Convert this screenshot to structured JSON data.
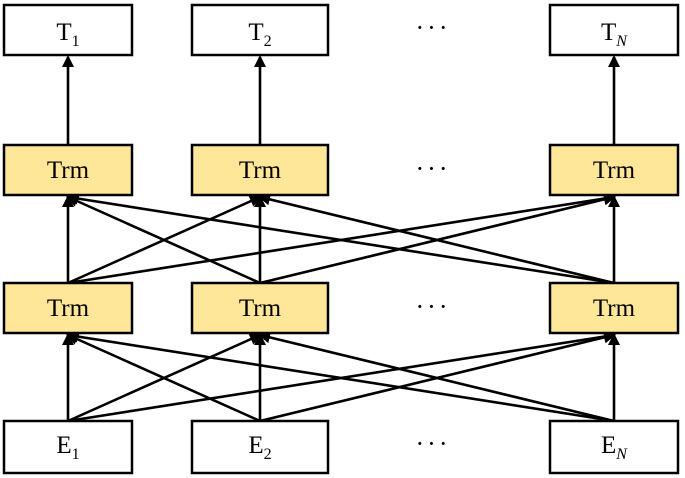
{
  "colors": {
    "trm_fill": "#ffe79a",
    "box_fill": "#ffffff",
    "stroke": "#000000"
  },
  "outputs": [
    {
      "base": "T",
      "sub": "1"
    },
    {
      "base": "T",
      "sub": "2"
    },
    {
      "base": "T",
      "sub": "N"
    }
  ],
  "upper_layer": {
    "labels": [
      "Trm",
      "Trm",
      "Trm"
    ]
  },
  "lower_layer": {
    "labels": [
      "Trm",
      "Trm",
      "Trm"
    ]
  },
  "inputs": [
    {
      "base": "E",
      "sub": "1"
    },
    {
      "base": "E",
      "sub": "2"
    },
    {
      "base": "E",
      "sub": "N"
    }
  ],
  "ellipsis": "···"
}
